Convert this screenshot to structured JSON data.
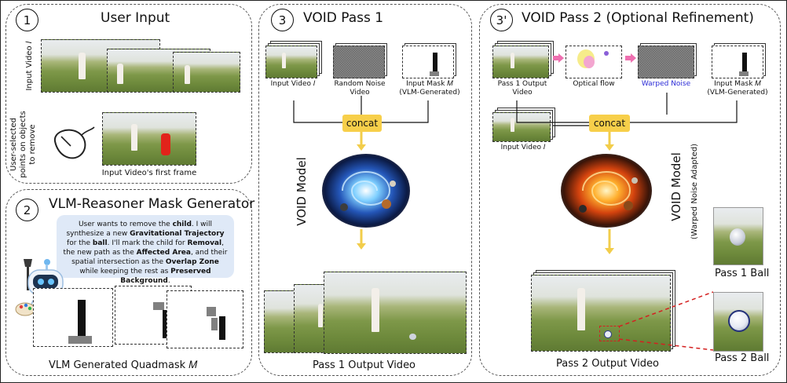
{
  "panel1": {
    "number": "1",
    "title": "User Input",
    "input_video_label": "Input Video 𝐼",
    "user_selected_label": "User-selected\npoints on objects\nto remove",
    "first_frame_label": "Input Video's first frame"
  },
  "panel2": {
    "number": "2",
    "title": "VLM-Reasoner Mask Generator",
    "bubble": {
      "p1": "User wants to remove the ",
      "b1": "child",
      "p2": ". I will synthesize a new ",
      "b2": "Gravitational Trajectory",
      "p3": " for the ",
      "b3": "ball",
      "p4": ". I'll mark the child for ",
      "b4": "Removal",
      "p5": ", the new path as the ",
      "b5": "Affected Area",
      "p6": ", and their spatial intersection as the ",
      "b6": "Overlap Zone",
      "p7": " while keeping the rest as ",
      "b7": "Preserved Background",
      "p8": "."
    },
    "caption": "VLM Generated Quadmask 𝑀"
  },
  "panel3": {
    "number": "3",
    "title": "VOID Pass 1",
    "input_video_label": "Input Video 𝐼",
    "noise_label": "Random Noise\nVideo",
    "mask_label": "Input Mask 𝑀\n(VLM-Generated)",
    "concat_label": "concat",
    "model_label": "VOID Model",
    "caption": "Pass 1 Output Video"
  },
  "panel4": {
    "number": "3'",
    "title": "VOID Pass 2 (Optional Refinement)",
    "pass1_output_label": "Pass 1 Output Video",
    "flow_label": "Optical flow",
    "warped_label": "Warped Noise",
    "mask_label": "Input Mask 𝑀\n(VLM-Generated)",
    "input_video_label": "Input Video 𝐼",
    "concat_label": "concat",
    "model_label": "VOID Model",
    "model_sublabel": "(Warped Noise Adapted)",
    "caption": "Pass 2 Output Video",
    "ball1_caption": "Pass 1 Ball",
    "ball2_caption": "Pass 2 Ball"
  },
  "colors": {
    "concat": "#f7cf4a",
    "arrow_yellow": "#f2cd4b",
    "arrow_pink": "#ee6fb0",
    "warped_text": "#2b2bd6",
    "zoom_red": "#d42020",
    "bubble_bg": "#dfe9f7"
  }
}
